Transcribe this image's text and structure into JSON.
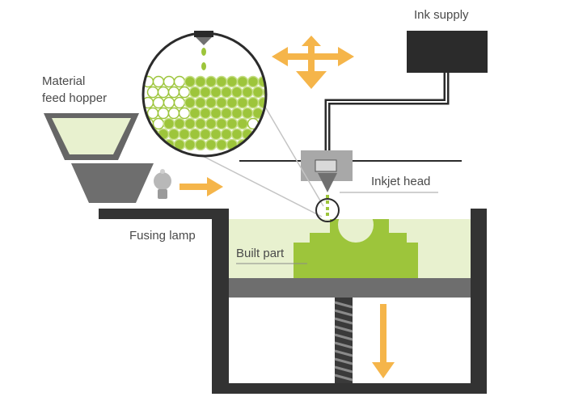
{
  "labels": {
    "ink_supply": "Ink supply",
    "hopper_line1": "Material",
    "hopper_line2": "feed hopper",
    "inkjet_head": "Inkjet head",
    "fusing_lamp": "Fusing lamp",
    "built_part": "Built part"
  },
  "colors": {
    "powder": "#e8f1cf",
    "green": "#9dc53b",
    "orange": "#f5b54a",
    "dark": "#2b2b2b",
    "gray": "#707070",
    "light_gray": "#a9a9a9"
  },
  "icons": {
    "bulb": "light-bulb-icon",
    "move": "four-way-arrow-icon"
  }
}
